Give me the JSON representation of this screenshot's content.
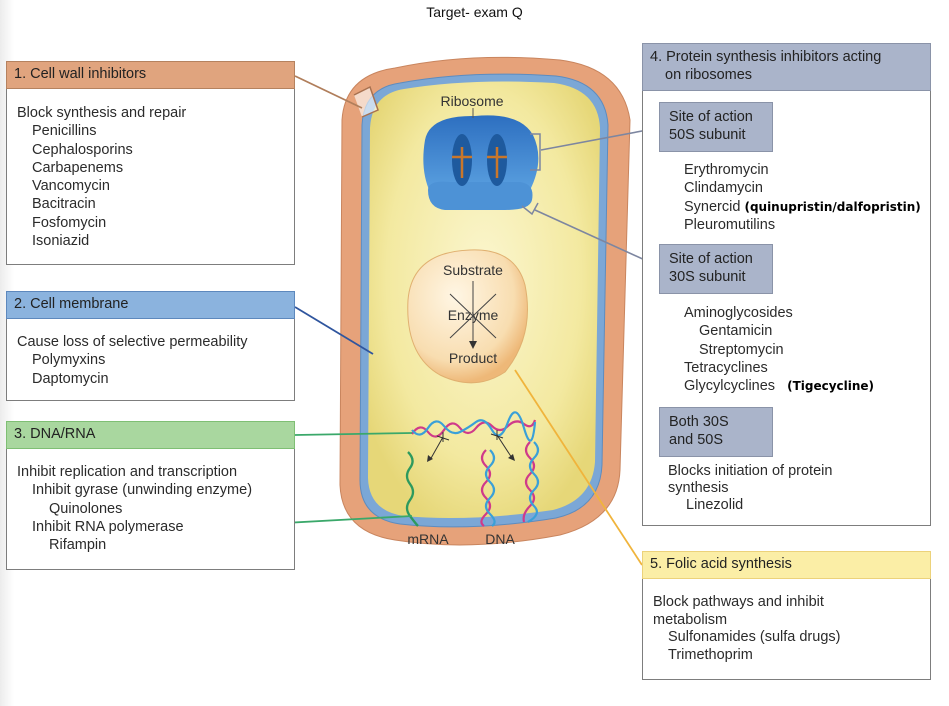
{
  "page_title": "Target- exam Q",
  "colors": {
    "cell_wall": "#e0a47e",
    "cell_membrane": "#8bb3de",
    "dna_rna": "#a9d79f",
    "ribosome": "#aab4ca",
    "folic_acid": "#fbeea6",
    "cytoplasm": "#f4eca4",
    "ribosome_blue": "#3a78c2"
  },
  "cell": {
    "ribosome_label": "Ribosome",
    "enzyme": {
      "substrate": "Substrate",
      "enzyme": "Enzyme",
      "product": "Product"
    },
    "mrna_label": "mRNA",
    "dna_label": "DNA"
  },
  "panels": {
    "cell_wall": {
      "title": "1. Cell wall inhibitors",
      "lines": [
        {
          "text": "Block synthesis and repair",
          "level": 0
        },
        {
          "text": "Penicillins",
          "level": 1
        },
        {
          "text": "Cephalosporins",
          "level": 1
        },
        {
          "text": "Carbapenems",
          "level": 1
        },
        {
          "text": "Vancomycin",
          "level": 1
        },
        {
          "text": "Bacitracin",
          "level": 1
        },
        {
          "text": "Fosfomycin",
          "level": 1
        },
        {
          "text": "Isoniazid",
          "level": 1
        }
      ]
    },
    "cell_membrane": {
      "title": "2. Cell membrane",
      "lines": [
        {
          "text": "Cause loss of selective permeability",
          "level": 0
        },
        {
          "text": "Polymyxins",
          "level": 1
        },
        {
          "text": "Daptomycin",
          "level": 1
        }
      ]
    },
    "dna_rna": {
      "title": "3. DNA/RNA",
      "lines": [
        {
          "text": "Inhibit replication and transcription",
          "level": 0
        },
        {
          "text": "Inhibit gyrase (unwinding enzyme)",
          "level": 1
        },
        {
          "text": "Quinolones",
          "level": 2
        },
        {
          "text": "Inhibit RNA polymerase",
          "level": 1
        },
        {
          "text": "Rifampin",
          "level": 2
        }
      ]
    },
    "protein_synthesis": {
      "title_line1": "4. Protein synthesis inhibitors acting",
      "title_line2": "on ribosomes",
      "site_50s": {
        "label_line1": "Site of action",
        "label_line2": "50S subunit",
        "drugs": [
          "Erythromycin",
          "Clindamycin",
          "Synercid",
          "Pleuromutilins"
        ],
        "synercid_note": "(quinupristin/dalfopristin)"
      },
      "site_30s": {
        "label_line1": "Site of action",
        "label_line2": "30S subunit",
        "lines": [
          {
            "text": "Aminoglycosides",
            "level": 0
          },
          {
            "text": "Gentamicin",
            "level": 1
          },
          {
            "text": "Streptomycin",
            "level": 1
          },
          {
            "text": "Tetracyclines",
            "level": 0
          },
          {
            "text": "Glycylcyclines",
            "level": 0
          }
        ],
        "glycylcycline_note": "(Tigecycline)"
      },
      "both": {
        "label_line1": "Both 30S",
        "label_line2": "and 50S",
        "desc_line1": "Blocks initiation of protein",
        "desc_line2": "synthesis",
        "drug": "Linezolid"
      }
    },
    "folic_acid": {
      "title": "5. Folic acid synthesis",
      "lines": [
        {
          "text": "Block pathways and inhibit",
          "level": 0
        },
        {
          "text": "metabolism",
          "level": 0
        },
        {
          "text": "Sulfonamides (sulfa drugs)",
          "level": 1
        },
        {
          "text": "Trimethoprim",
          "level": 1
        }
      ]
    }
  }
}
